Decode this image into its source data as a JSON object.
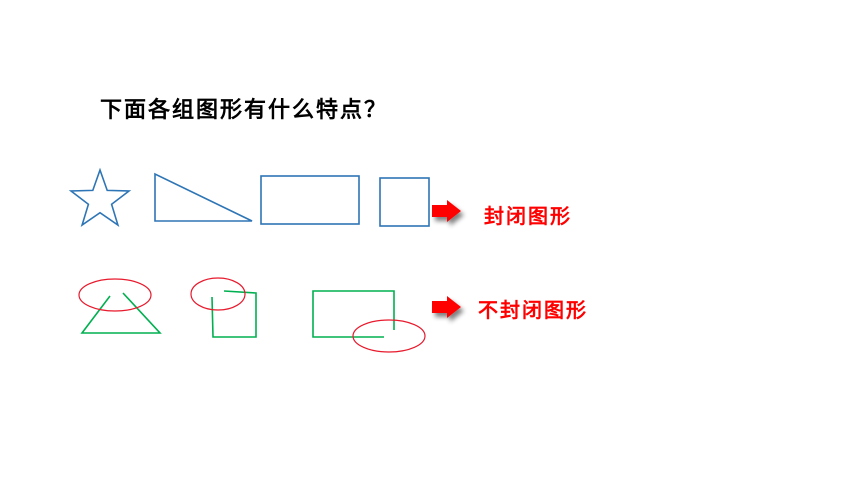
{
  "question": "下面各组图形有什么特点？",
  "groups": {
    "closed": {
      "label": "封闭图形"
    },
    "open": {
      "label": "不封闭图形"
    }
  },
  "colors": {
    "closed_shape": "#2e75b6",
    "open_shape": "#00b050",
    "highlight_ellipse": "#e8192c",
    "arrow": "#ff0000",
    "label": "#ff0000"
  },
  "icons": {
    "arrow": "right-arrow-icon"
  }
}
